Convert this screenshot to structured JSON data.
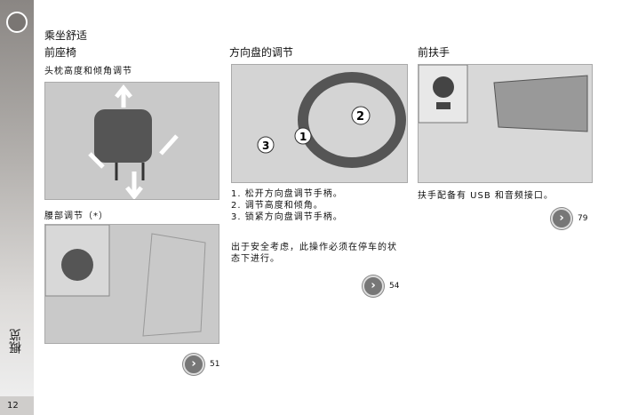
{
  "sidebar": {
    "section": "概览",
    "page": "12"
  },
  "header": {
    "title": "乘坐舒适"
  },
  "col1": {
    "heading": "前座椅",
    "sub1": "头枕高度和倾角调节",
    "sub2": "腰部调节（*）",
    "ref": "51"
  },
  "col2": {
    "heading": "方向盘的调节",
    "steps": [
      "1. 松开方向盘调节手柄。",
      "2. 调节高度和倾角。",
      "3. 锁紧方向盘调节手柄。"
    ],
    "note": [
      "出于安全考虑，此操作必须在停车的状",
      "态下进行。"
    ],
    "labels": [
      "1",
      "2",
      "3"
    ],
    "ref": "54"
  },
  "col3": {
    "heading": "前扶手",
    "text": "扶手配备有 USB 和音频接口。",
    "ref": "79"
  }
}
